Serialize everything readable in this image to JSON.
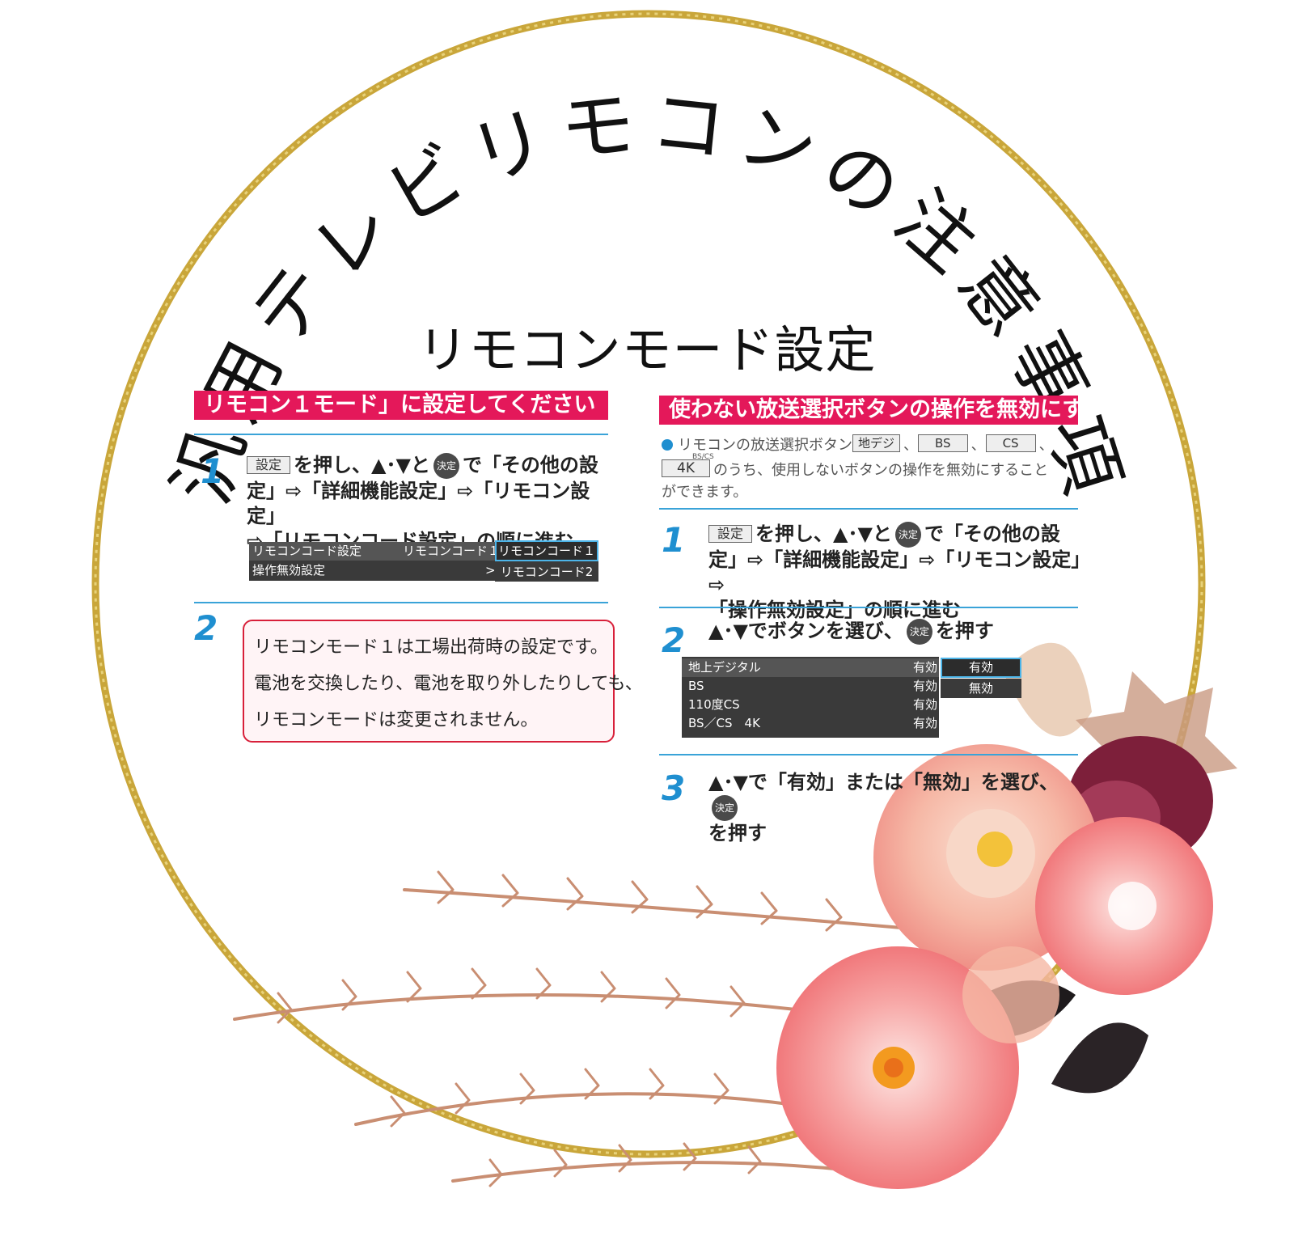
{
  "main_title": "汎用テレビリモコンの注意事項",
  "subtitle": "リモコンモード設定",
  "left": {
    "heading": "リモコン１モード」に設定してください",
    "step1": {
      "num": "1",
      "key": "設定",
      "t1": "を押し、▲･▼と",
      "ok": "決定",
      "t2": "で「その他の設",
      "line2": "定」⇨「詳細機能設定」⇨「リモコン設定」",
      "line3": "⇨「リモコンコード設定」の順に進む"
    },
    "menu": {
      "row1_label": "リモコンコード設定",
      "row1_value": "リモコンコード１",
      "row2_label": "操作無効設定",
      "row2_arrow": ">",
      "popup": [
        "リモコンコード１",
        "リモコンコード2"
      ]
    },
    "step2": {
      "num": "2",
      "lines": [
        "リモコンモード１は工場出荷時の設定です。",
        "電池を交換したり、電池を取り外したりしても、",
        "リモコンモードは変更されません。"
      ]
    }
  },
  "right": {
    "heading": "使わない放送選択ボタンの操作を無効にする",
    "intro": {
      "t1": "リモコンの放送選択ボタン",
      "key1": "地デジ",
      "sep1": "、",
      "key2": "BS",
      "sep2": "、",
      "key3": "CS",
      "sep3": "、",
      "ruby": "BS/CS",
      "key4": "4K",
      "t2": "のうち、使用しないボタンの操作を無効にすること",
      "t3": "ができます。"
    },
    "step1": {
      "num": "1",
      "key": "設定",
      "t1": "を押し、▲･▼と",
      "ok": "決定",
      "t2": "で「その他の設",
      "line2": "定」⇨「詳細機能設定」⇨「リモコン設定」⇨",
      "line3": "「操作無効設定」の順に進む"
    },
    "step2": {
      "num": "2",
      "t1": "▲･▼でボタンを選び、",
      "ok": "決定",
      "t2": "を押す"
    },
    "menu": {
      "rows": [
        {
          "label": "地上デジタル",
          "value": "有効"
        },
        {
          "label": "BS",
          "value": "有効"
        },
        {
          "label": "110度CS",
          "value": "有効"
        },
        {
          "label": "BS／CS　4K",
          "value": "有効"
        }
      ],
      "popup": [
        "有効",
        "無効"
      ]
    },
    "step3": {
      "num": "3",
      "t1": "▲･▼で「有効」または「無効」を選び、",
      "ok": "決定",
      "t2": "を押す"
    }
  },
  "colors": {
    "accent": "#e4185a",
    "step_blue": "#1f8fd0",
    "gold_ring": "#c9a63a",
    "menu_bg": "#3a3a3a",
    "note_border": "#d8203a"
  }
}
